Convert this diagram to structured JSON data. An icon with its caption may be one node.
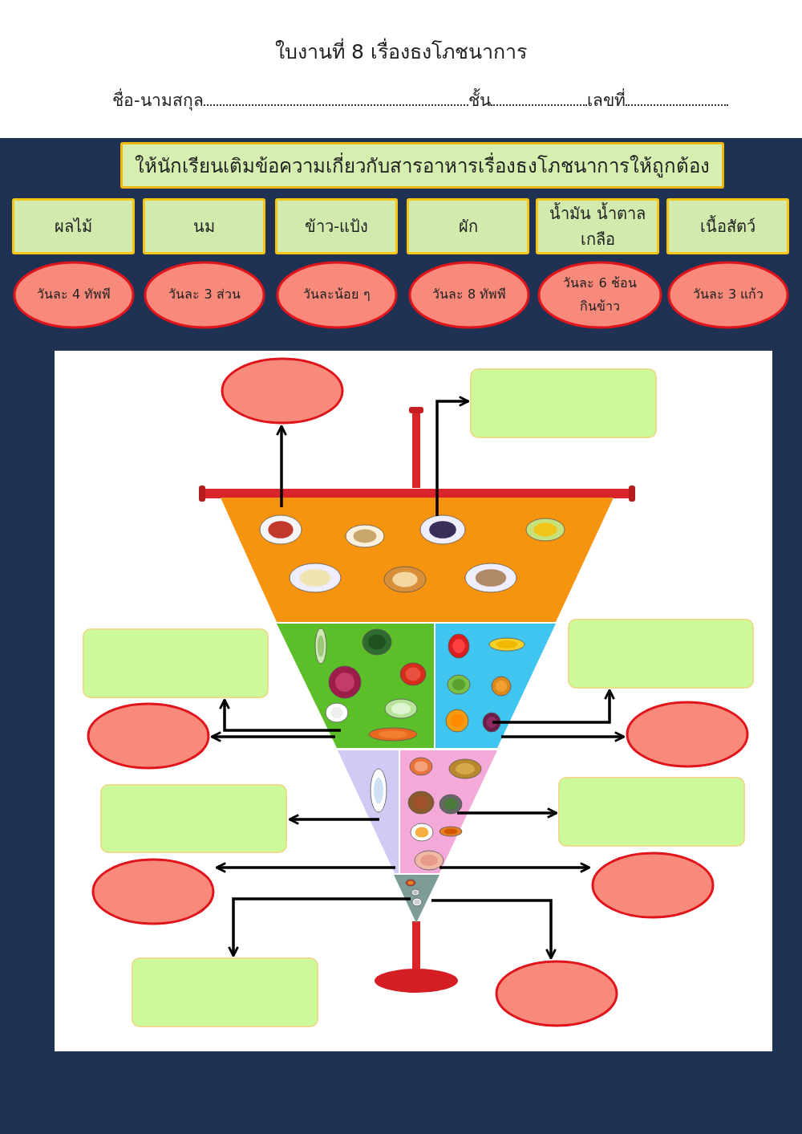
{
  "diagram": {
    "title": "ใบงานที่ 8 เรื่องธงโภชนาการ",
    "nodes": [
      {
        "text": [
          "ให้นักเรียนเติมข้อความเกี่ยวกับสารอาหารเรื่องธงโภชนาการให้ถูกต้อง"
        ]
      },
      {
        "text": [
          "ผลไม้"
        ]
      },
      {
        "text": [
          "นม"
        ]
      },
      {
        "text": [
          "ข้าว-แป้ง"
        ]
      },
      {
        "text": [
          "ผัก"
        ]
      },
      {
        "text": [
          "น้ำมัน น้ำตาล เกลือ"
        ]
      },
      {
        "text": [
          "เนื้อสัตว์"
        ]
      },
      {
        "text": [
          "วันละ 4 ทัพพี"
        ]
      },
      {
        "text": [
          "วันละ 3 ส่วน"
        ]
      },
      {
        "text": [
          "วันละน้อย ๆ"
        ]
      },
      {
        "text": [
          "วันละ 8 ทัพพี"
        ]
      },
      {
        "text": [
          "วันละ 6 ช้อนกินข้าว"
        ]
      },
      {
        "text": [
          "วันละ 3 แก้ว"
        ]
      },
      {
        "text": [],
        "shape": "trapezoid"
      },
      {
        "text": [],
        "shape": "triangle"
      },
      {
        "text": [],
        "shape": "triangle"
      },
      {
        "text": [],
        "shape": "triangle"
      },
      {
        "text": [],
        "shape": "triangle"
      },
      {
        "text": [],
        "shape": "triangle"
      },
      {
        "text": [],
        "shape": "ellipse"
      },
      {
        "text": [],
        "shape": "box"
      },
      {
        "text": [],
        "shape": "box"
      },
      {
        "text": [],
        "shape": "ellipse"
      },
      {
        "text": [],
        "shape": "box"
      },
      {
        "text": [],
        "shape": "ellipse"
      },
      {
        "text": [],
        "shape": "box"
      },
      {
        "text": [],
        "shape": "box"
      },
      {
        "text": [],
        "shape": "ellipse"
      },
      {
        "text": [],
        "shape": "ellipse"
      },
      {
        "text": [],
        "shape": "box"
      },
      {
        "text": [],
        "shape": "ellipse"
      }
    ],
    "edges": [
      {
        "from": 13,
        "to": 19,
        "arrow": "to"
      },
      {
        "from": 13,
        "to": 20,
        "arrow": "to"
      },
      {
        "from": 14,
        "to": 21,
        "arrow": "to"
      },
      {
        "from": 14,
        "to": 22,
        "arrow": "to"
      },
      {
        "from": 15,
        "to": 23,
        "arrow": "to"
      },
      {
        "from": 15,
        "to": 24,
        "arrow": "to"
      },
      {
        "from": 16,
        "to": 25,
        "arrow": "to"
      },
      {
        "from": 17,
        "to": 26,
        "arrow": "to"
      },
      {
        "from": 16,
        "to": 27,
        "arrow": "to"
      },
      {
        "from": 17,
        "to": 28,
        "arrow": "to"
      },
      {
        "from": 18,
        "to": 29,
        "arrow": "to"
      },
      {
        "from": 18,
        "to": 30,
        "arrow": "to"
      }
    ],
    "labels": [
      "ชื่อ-นามสกุล",
      "ชั้น",
      "เลขที่"
    ]
  }
}
